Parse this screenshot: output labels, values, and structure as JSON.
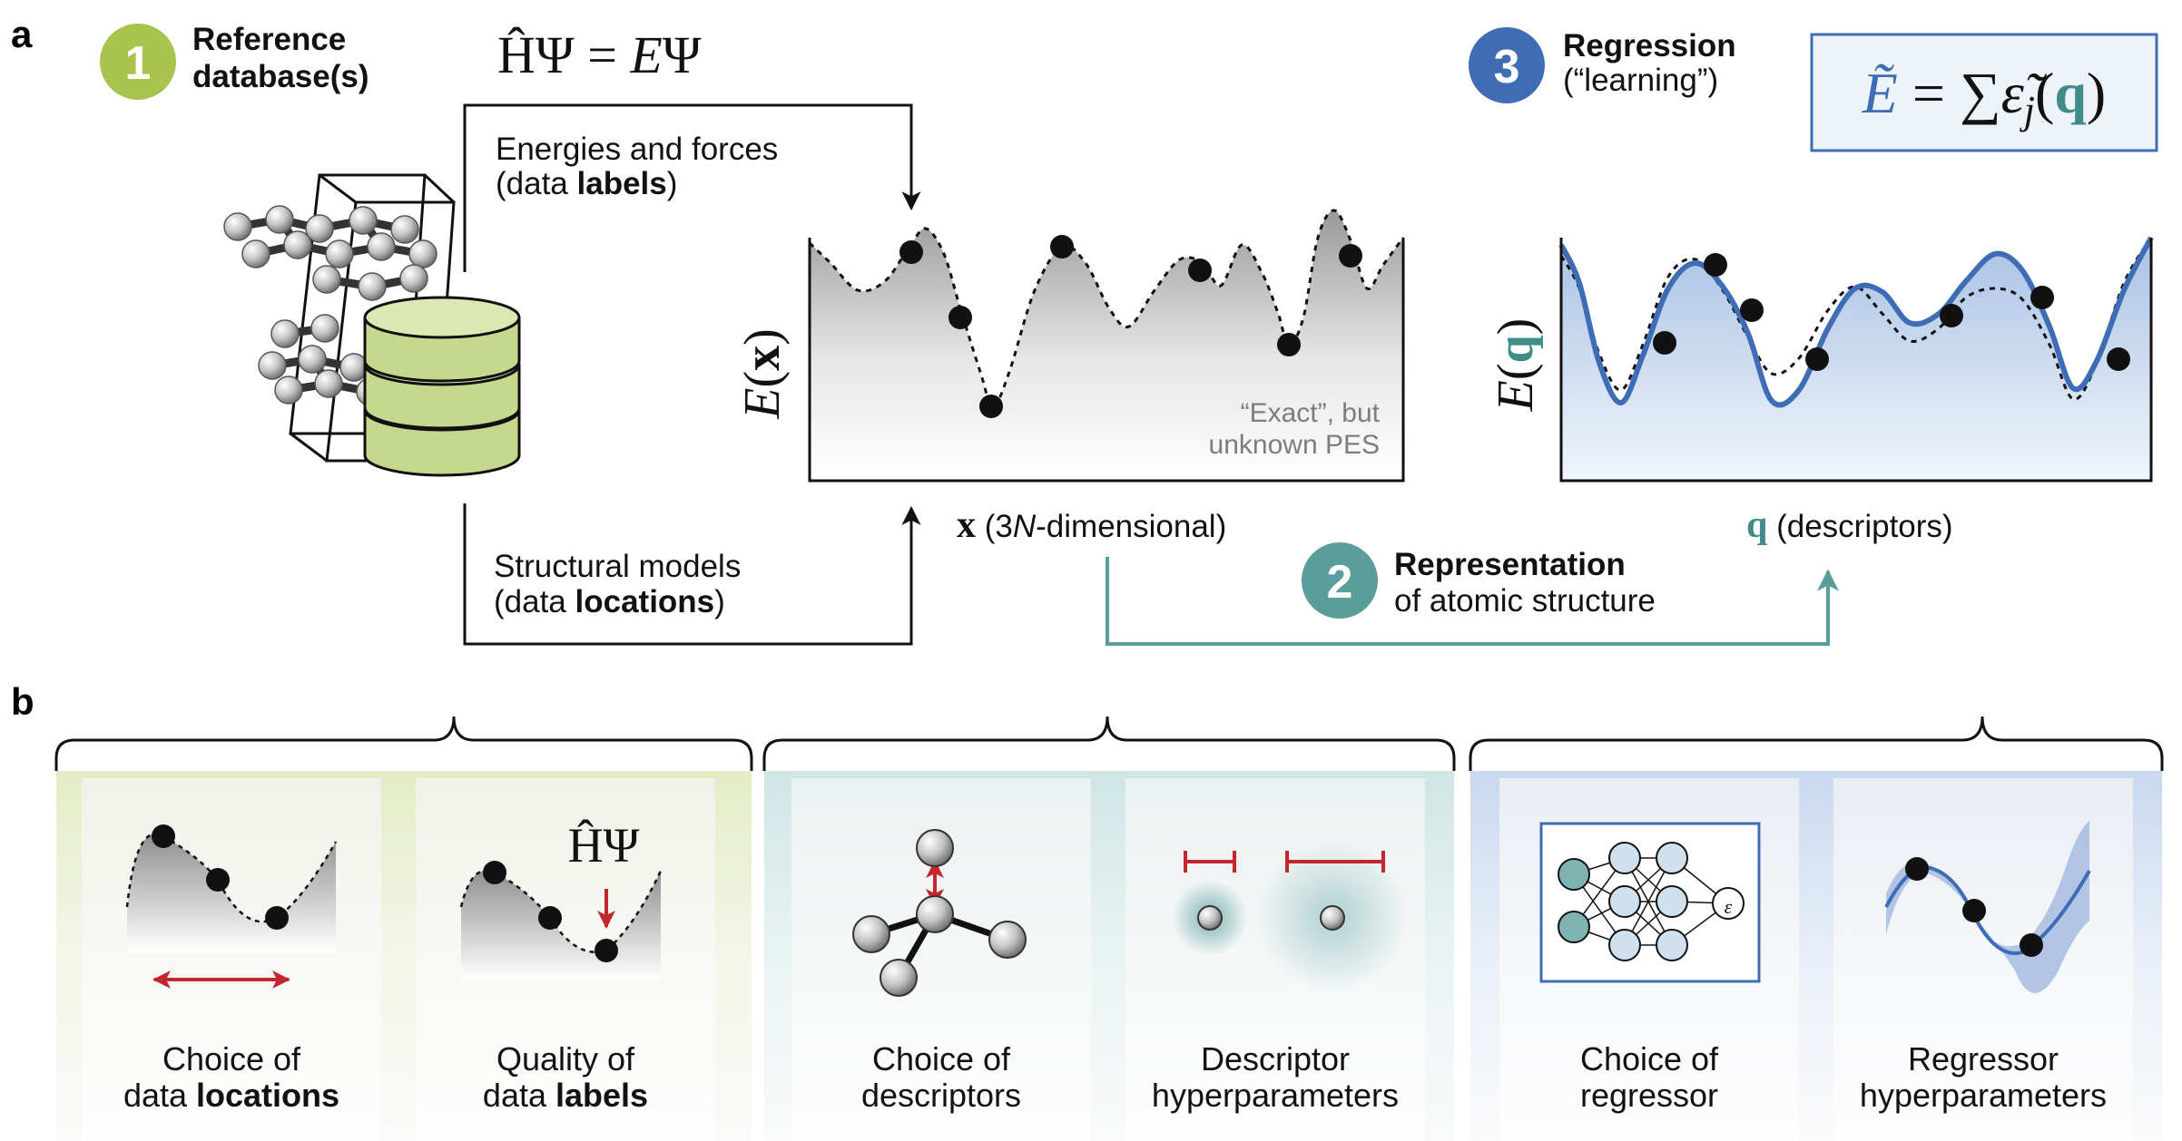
{
  "panel_a": {
    "letter": "a",
    "step1": {
      "number": "1",
      "title_line1": "Reference",
      "title_line2": "database(s)",
      "color": "#a9c44e"
    },
    "schrodinger": {
      "h": "Ĥ",
      "psi": "Ψ",
      "eq": " = ",
      "e": "E",
      "psi2": "Ψ"
    },
    "energies": {
      "line1": "Energies and forces",
      "line2_pre": "(data ",
      "line2_bold": "labels",
      "line2_post": ")"
    },
    "structural": {
      "line1": "Structural models",
      "line2_pre": "(data ",
      "line2_bold": "locations",
      "line2_post": ")"
    },
    "pes": {
      "ylabel_e": "E",
      "ylabel_open": "(",
      "ylabel_var": "x",
      "ylabel_close": ")",
      "note_line1": "“Exact”, but",
      "note_line2": "unknown PES",
      "xlabel_var": "x",
      "xlabel_pre": " (3",
      "xlabel_n": "N",
      "xlabel_post": "-dimensional)"
    },
    "step2": {
      "number": "2",
      "title": "Representation",
      "subtitle": "of atomic structure",
      "color": "#5a9e9c"
    },
    "step3": {
      "number": "3",
      "title": "Regression",
      "subtitle": "(“learning”)",
      "color": "#3e6cb5"
    },
    "formula": {
      "lhs": "Ẽ",
      "eq": " = ",
      "sum": "∑",
      "eps": "ε̃",
      "sub": "j",
      "open": "(",
      "var": "q",
      "close": ")"
    },
    "regression_plot": {
      "ylabel_e": "E",
      "ylabel_open": "(",
      "ylabel_var": "q",
      "ylabel_close": ")",
      "xlabel_var": "q",
      "xlabel_post": " (descriptors)"
    }
  },
  "panel_b": {
    "letter": "b",
    "groups": [
      {
        "color": "#a9c44e",
        "items": [
          {
            "line1": "Choice of",
            "line2_pre": "data ",
            "line2_bold": "locations"
          },
          {
            "line1": "Quality of",
            "line2_pre": "data ",
            "line2_bold": "labels",
            "annotation": "ĤΨ"
          }
        ]
      },
      {
        "color": "#5a9e9c",
        "items": [
          {
            "line1": "Choice of",
            "line2_pre": "descriptors",
            "line2_bold": ""
          },
          {
            "line1": "Descriptor",
            "line2_pre": "hyperparameters",
            "line2_bold": ""
          }
        ]
      },
      {
        "color": "#3e6cb5",
        "items": [
          {
            "line1": "Choice of",
            "line2_pre": "regressor",
            "line2_bold": "",
            "nn_output": "ε"
          },
          {
            "line1": "Regressor",
            "line2_pre": "hyperparameters",
            "line2_bold": ""
          }
        ]
      }
    ]
  }
}
